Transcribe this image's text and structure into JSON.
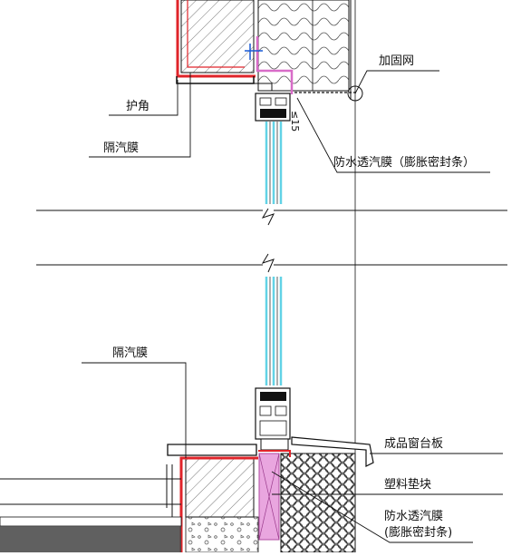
{
  "labels": {
    "reinforcement_mesh": "加固网",
    "corner_guard": "护角",
    "vapor_barrier_top": "隔汽膜",
    "waterproof_membrane_top": "防水透汽膜（膨胀密封条）",
    "vapor_barrier_bottom": "隔汽膜",
    "window_sill": "成品窗台板",
    "plastic_spacer": "塑料垫块",
    "waterproof_membrane_bottom_1": "防水透汽膜",
    "waterproof_membrane_bottom_2": "(膨胀密封条)"
  },
  "annotations": {
    "slope": "≤15"
  },
  "colors": {
    "membrane_red": "#e0242a",
    "membrane_pink": "#d86cc8",
    "glass_cyan": "#62d3e6",
    "line": "#111111",
    "hatch": "#333333"
  }
}
